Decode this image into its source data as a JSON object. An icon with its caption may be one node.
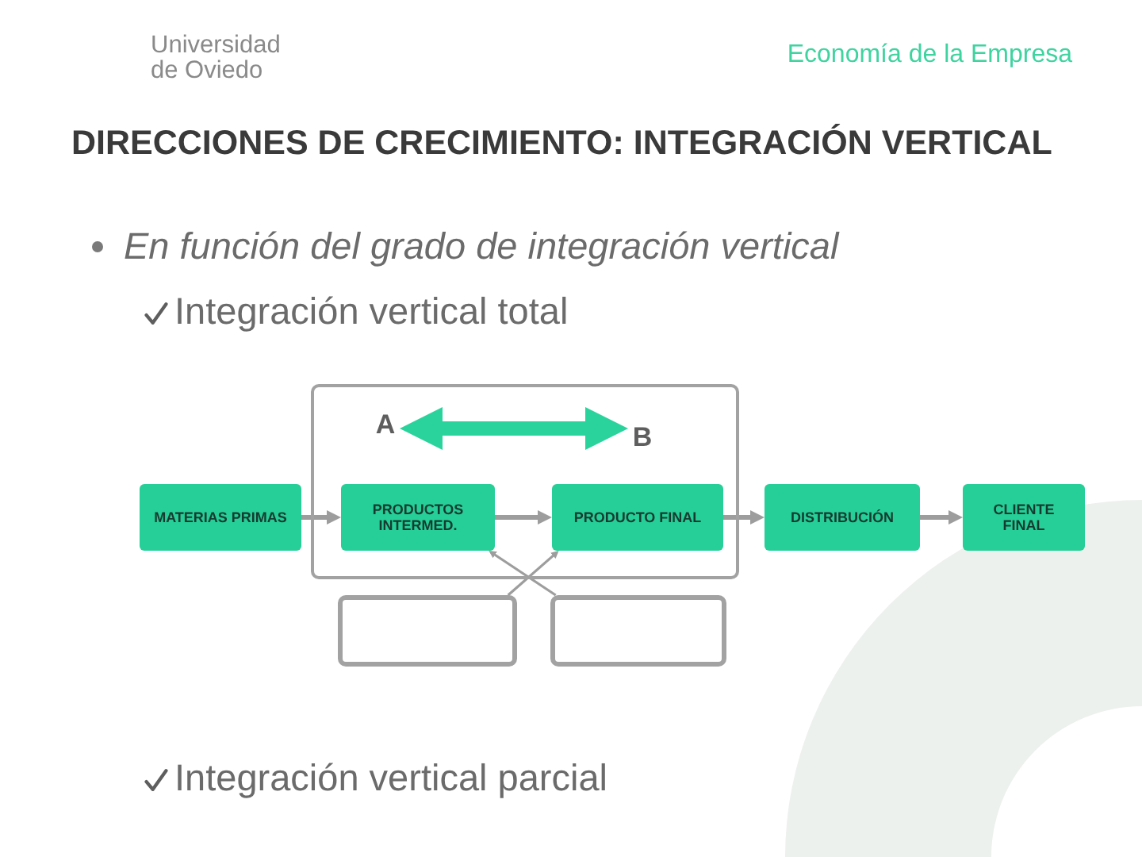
{
  "diagram": {
    "title": "DIRECCIONES DE CRECIMIENTO: INTEGRACIÓN VERTICAL",
    "nodes": [
      {
        "text": [],
        "shape": "box"
      },
      {
        "text": [
          "A"
        ],
        "in": 0
      },
      {
        "text": [
          "B"
        ],
        "in": 0
      },
      {
        "text": [
          "MATERIAS PRIMAS"
        ]
      },
      {
        "text": [
          "PRODUCTOS INTERMED."
        ],
        "in": 0
      },
      {
        "text": [
          "PRODUCTO FINAL"
        ],
        "in": 0
      },
      {
        "text": [
          "DISTRIBUCIÓN"
        ]
      },
      {
        "text": [
          "CLIENTE FINAL"
        ]
      },
      {
        "text": [],
        "shape": "box"
      },
      {
        "text": [],
        "shape": "box"
      }
    ],
    "edges": [
      {
        "from": 1,
        "to": 2,
        "arrow": "both",
        "style": "thick",
        "color": "#2bd39c"
      },
      {
        "from": 3,
        "to": 4,
        "arrow": "to"
      },
      {
        "from": 4,
        "to": 5,
        "arrow": "to"
      },
      {
        "from": 5,
        "to": 6,
        "arrow": "to"
      },
      {
        "from": 6,
        "to": 7,
        "arrow": "to"
      },
      {
        "from": 8,
        "to": 5,
        "arrow": "to"
      },
      {
        "from": 9,
        "to": 4,
        "arrow": "to"
      }
    ],
    "labels": [
      "Universidad de Oviedo",
      "Economía de la Empresa",
      "En función del grado de integración vertical",
      "Integración vertical total",
      "Integración vertical parcial"
    ]
  }
}
